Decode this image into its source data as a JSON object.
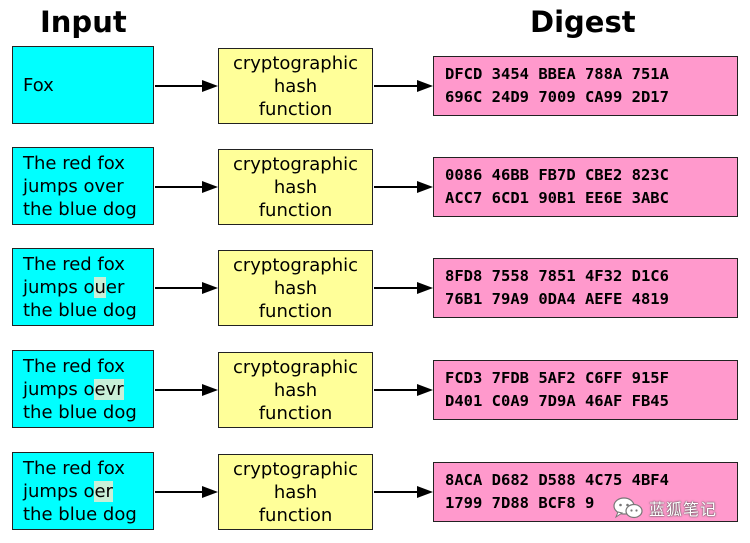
{
  "headings": {
    "input": "Input",
    "digest": "Digest"
  },
  "rows": [
    {
      "input_lines": [
        [
          {
            "t": "Fox",
            "hl": false
          }
        ]
      ],
      "hash_lines": [
        "cryptographic",
        "hash",
        "function"
      ],
      "digest_lines": [
        "DFCD 3454 BBEA 788A 751A",
        "696C 24D9 7009 CA99 2D17"
      ]
    },
    {
      "input_lines": [
        [
          {
            "t": "The red fox",
            "hl": false
          }
        ],
        [
          {
            "t": "jumps over",
            "hl": false
          }
        ],
        [
          {
            "t": "the blue dog",
            "hl": false
          }
        ]
      ],
      "hash_lines": [
        "cryptographic",
        "hash",
        "function"
      ],
      "digest_lines": [
        "0086 46BB FB7D CBE2 823C",
        "ACC7 6CD1 90B1 EE6E 3ABC"
      ]
    },
    {
      "input_lines": [
        [
          {
            "t": "The red fox",
            "hl": false
          }
        ],
        [
          {
            "t": "jumps o",
            "hl": false
          },
          {
            "t": "u",
            "hl": true
          },
          {
            "t": "er",
            "hl": false
          }
        ],
        [
          {
            "t": "the blue dog",
            "hl": false
          }
        ]
      ],
      "hash_lines": [
        "cryptographic",
        "hash",
        "function"
      ],
      "digest_lines": [
        "8FD8 7558 7851 4F32 D1C6",
        "76B1 79A9 0DA4 AEFE 4819"
      ]
    },
    {
      "input_lines": [
        [
          {
            "t": "The red fox",
            "hl": false
          }
        ],
        [
          {
            "t": "jumps o",
            "hl": false
          },
          {
            "t": "evr",
            "hl": true
          }
        ],
        [
          {
            "t": "the blue dog",
            "hl": false
          }
        ]
      ],
      "hash_lines": [
        "cryptographic",
        "hash",
        "function"
      ],
      "digest_lines": [
        "FCD3 7FDB 5AF2 C6FF 915F",
        "D401 C0A9 7D9A 46AF FB45"
      ]
    },
    {
      "input_lines": [
        [
          {
            "t": "The red fox",
            "hl": false
          }
        ],
        [
          {
            "t": "jumps o",
            "hl": false
          },
          {
            "t": "er",
            "hl": true
          }
        ],
        [
          {
            "t": "the blue dog",
            "hl": false
          }
        ]
      ],
      "hash_lines": [
        "cryptographic",
        "hash",
        "function"
      ],
      "digest_lines": [
        "8ACA D682 D588 4C75 4BF4",
        "1799 7D88 BCF8 9"
      ]
    }
  ],
  "watermark": {
    "text": "蓝狐笔记",
    "icon": "wechat-icon"
  },
  "colors": {
    "input_fill": "#00ffff",
    "hash_fill": "#ffff99",
    "digest_fill": "#ff99cc",
    "highlight": "#c8f0d8"
  }
}
